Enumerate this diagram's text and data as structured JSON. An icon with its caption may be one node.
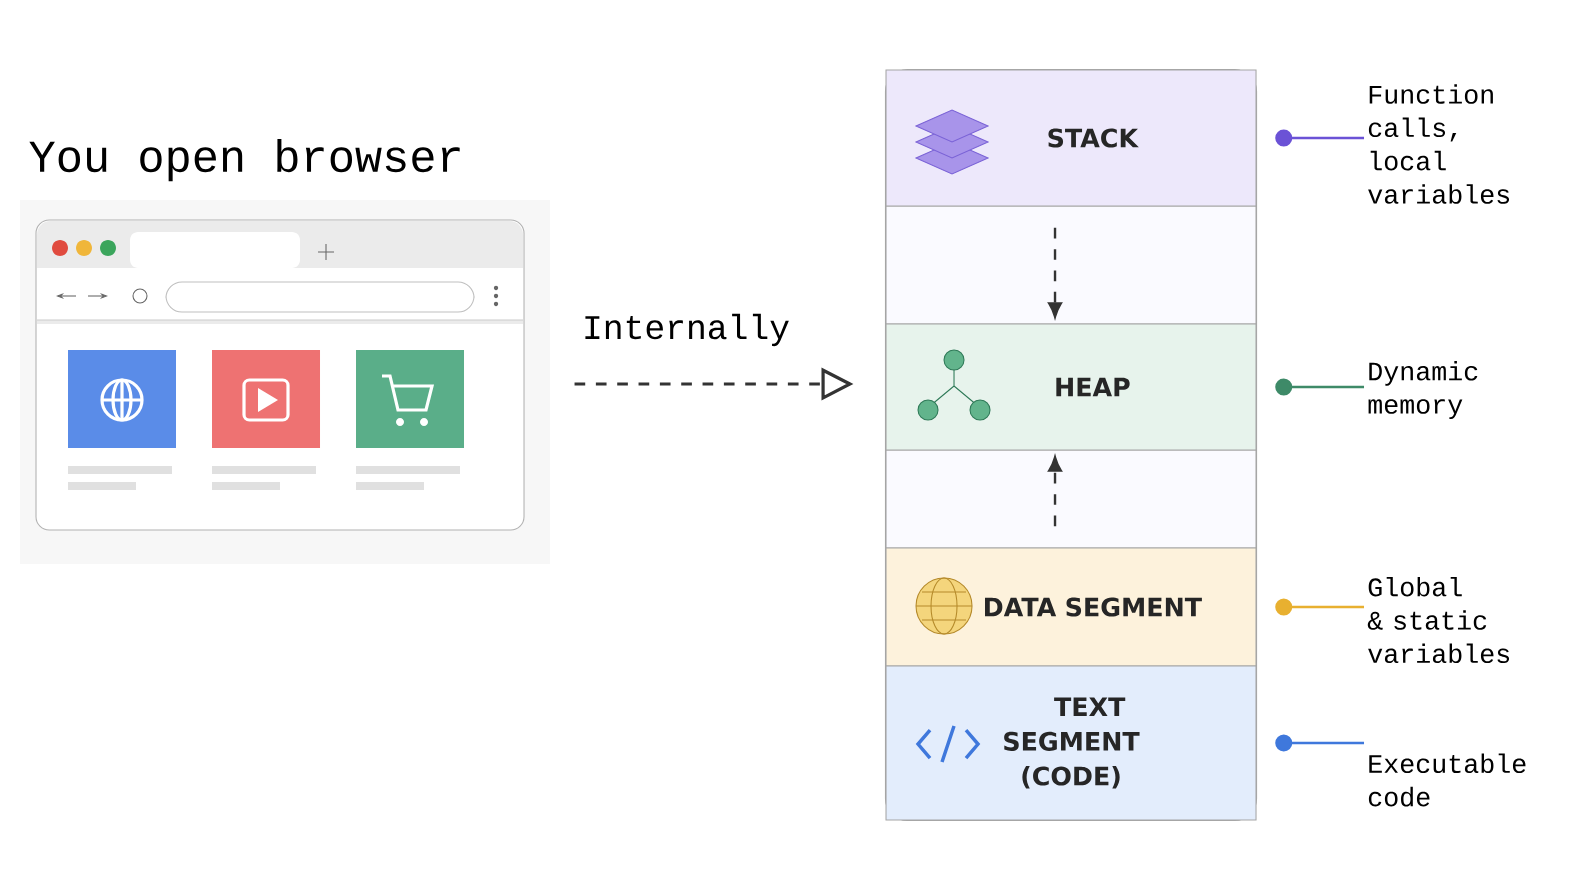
{
  "diagram": {
    "title": "You open browser",
    "nodes": [
      {
        "text": [],
        "shape": "picture"
      },
      {
        "text": [
          "STACK"
        ]
      },
      {
        "text": [
          "HEAP"
        ]
      },
      {
        "text": [
          "DATA SEGMENT"
        ]
      },
      {
        "text": [
          "TEXT SEGMENT (CODE)"
        ]
      },
      {
        "text": [
          "Function calls, local variables"
        ]
      },
      {
        "text": [
          "Dynamic memory"
        ]
      },
      {
        "text": [
          "Global & static variables"
        ]
      },
      {
        "text": [
          "Executable code"
        ]
      }
    ],
    "edges": [
      {
        "from": 0,
        "to": 2,
        "arrow": "to",
        "label": "Internally",
        "style": "dashed"
      },
      {
        "from": 1,
        "to": 2,
        "arrow": "to",
        "style": "dashed"
      },
      {
        "from": 3,
        "to": 2,
        "arrow": "to",
        "style": "dashed"
      },
      {
        "from": 1,
        "to": 5,
        "arrow": "other",
        "color": "#6b52d6"
      },
      {
        "from": 2,
        "to": 6,
        "arrow": "other",
        "color": "#3e8a68"
      },
      {
        "from": 3,
        "to": 7,
        "arrow": "other",
        "color": "#e8b030"
      },
      {
        "from": 4,
        "to": 8,
        "arrow": "other",
        "color": "#3f78dc"
      }
    ]
  }
}
